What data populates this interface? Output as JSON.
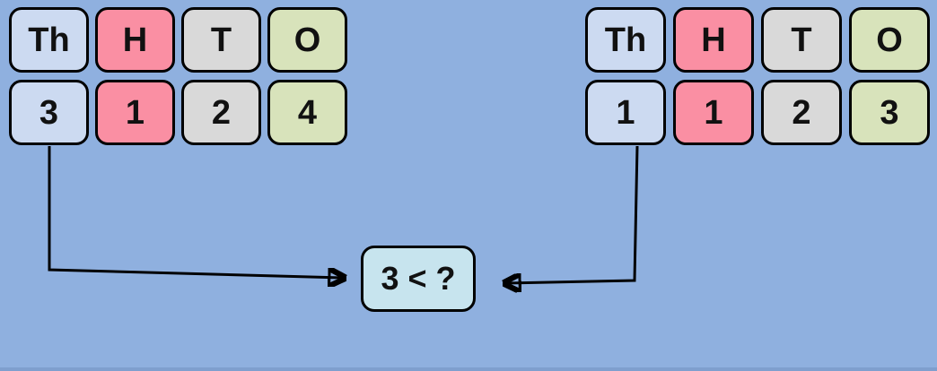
{
  "palette": {
    "background": "#8FB0DF",
    "cell_thousands": "#CCDAF1",
    "cell_hundreds": "#FA8FA3",
    "cell_tens": "#D9D9D9",
    "cell_ones": "#D8E3BB",
    "comparison_box": "#C7E4EE",
    "outline": "#000000"
  },
  "left_table": {
    "headers": [
      "Th",
      "H",
      "T",
      "O"
    ],
    "digits": [
      "3",
      "1",
      "2",
      "4"
    ]
  },
  "right_table": {
    "headers": [
      "Th",
      "H",
      "T",
      "O"
    ],
    "digits": [
      "1",
      "1",
      "2",
      "3"
    ]
  },
  "comparison_box": {
    "label": "3 < ?"
  }
}
